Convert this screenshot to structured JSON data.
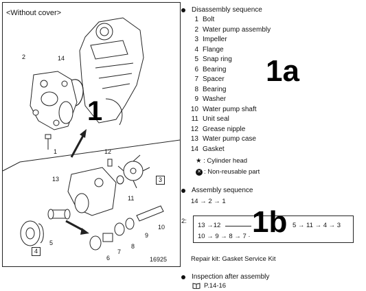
{
  "figure": {
    "title": "<Without cover>",
    "big_label": "1",
    "figure_number": "16925",
    "callouts": [
      "2",
      "14",
      "1",
      "12",
      "13",
      "3",
      "11",
      "10",
      "9",
      "8",
      "7",
      "6",
      "5",
      "4"
    ]
  },
  "disassembly": {
    "heading": "Disassembly sequence",
    "big_label": "1a",
    "items": [
      {
        "num": "1",
        "label": "Bolt"
      },
      {
        "num": "2",
        "label": "Water pump assembly"
      },
      {
        "num": "3",
        "label": "Impeller"
      },
      {
        "num": "4",
        "label": "Flange"
      },
      {
        "num": "5",
        "label": "Snap ring"
      },
      {
        "num": "6",
        "label": "Bearing"
      },
      {
        "num": "7",
        "label": "Spacer"
      },
      {
        "num": "8",
        "label": "Bearing"
      },
      {
        "num": "9",
        "label": "Washer"
      },
      {
        "num": "10",
        "label": "Water pump shaft"
      },
      {
        "num": "11",
        "label": "Unit seal"
      },
      {
        "num": "12",
        "label": "Grease nipple"
      },
      {
        "num": "13",
        "label": "Water pump case"
      },
      {
        "num": "14",
        "label": "Gasket"
      }
    ],
    "legend_star": "★ : Cylinder head",
    "legend_nonreusable": ": Non-reusable part"
  },
  "assembly": {
    "heading": "Assembly sequence",
    "sequence1": "14 → 2 → 1",
    "step_label": "2:",
    "big_label": "1b",
    "box_line1_a": "13 →12",
    "box_line1_b": "5 → 11 → 4 → 3",
    "box_line2": "10 → 9 → 8 → 7 ·"
  },
  "repair_kit": "Repair kit:  Gasket Service Kit",
  "inspection": {
    "heading": "Inspection after assembly",
    "ref": "P.14-16"
  }
}
